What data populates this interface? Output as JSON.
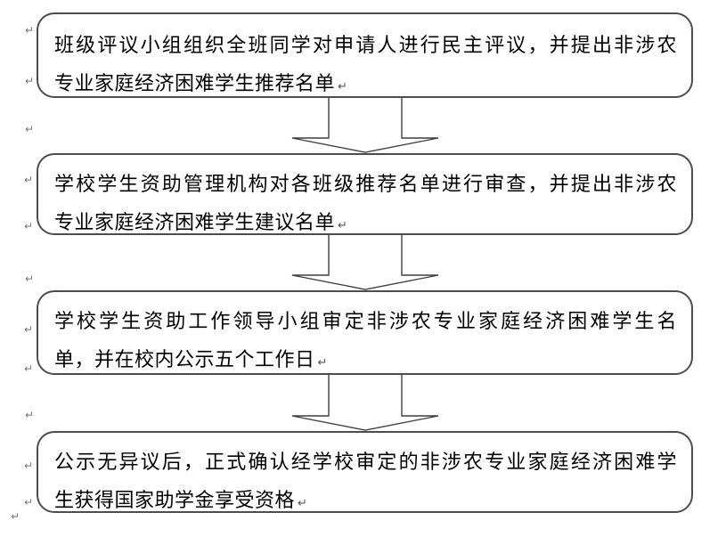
{
  "document": {
    "background": "#ffffff",
    "shape_border_color": "#4d4d4d",
    "arrow_border_color": "#3f3f3f",
    "text_color": "#000000",
    "paragraph_mark_glyph": "↵"
  },
  "steps": [
    {
      "text": "班级评议小组组织全班同学对申请人进行民主评议，并提出非涉农专业家庭经济困难学生推荐名单",
      "lines": [
        "班级评议小组组织全班同学对申请人进行民主评议，并提出非涉农",
        "专业家庭经济困难学生推荐名单"
      ]
    },
    {
      "text": "学校学生资助管理机构对各班级推荐名单进行审查，并提出非涉农专业家庭经济困难学生建议名单",
      "lines": [
        "学校学生资助管理机构对各班级推荐名单进行审查，并提出非涉农",
        "专业家庭经济困难学生建议名单"
      ]
    },
    {
      "text": "学校学生资助工作领导小组审定非涉农专业家庭经济困难学生名单，并在校内公示五个工作日",
      "lines": [
        "学校学生资助工作领导小组审定非涉农专业家庭经济困难学生名",
        "单，并在校内公示五个工作日"
      ]
    },
    {
      "text": "公示无异议后，正式确认经学校审定的非涉农专业家庭经济困难学生获得国家助学金享受资格",
      "lines": [
        "公示无异议后，正式确认经学校审定的非涉农专业家庭经济困难学",
        "生获得国家助学金享受资格"
      ]
    }
  ],
  "marks": {
    "glyph": "↵"
  }
}
